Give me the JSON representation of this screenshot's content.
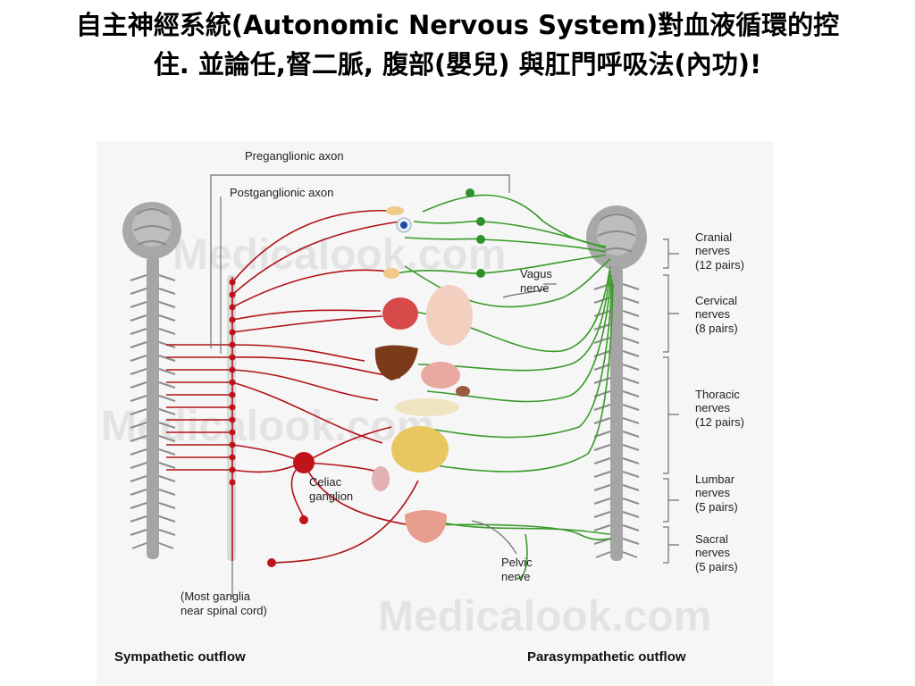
{
  "title": {
    "line1": "自主神經系統(Autonomic Nervous System)對血液循環的控",
    "line2": "住. 並論任,督二脈, 腹部(嬰兒) 與肛門呼吸法(內功)!"
  },
  "diagram": {
    "preganglionic_label": "Preganglionic axon",
    "postganglionic_label": "Postganglionic axon",
    "vagus_line1": "Vagus",
    "vagus_line2": "nerve",
    "celiac_line1": "Celiac",
    "celiac_line2": "ganglion",
    "pelvic_line1": "Pelvic",
    "pelvic_line2": "nerve",
    "ganglia_line1": "(Most ganglia",
    "ganglia_line2": "near spinal cord)",
    "sympathetic_title": "Sympathetic outflow",
    "parasympathetic_title": "Parasympathetic outflow",
    "watermark": "Medicalook.com",
    "nerve_groups": [
      {
        "name": "Cranial",
        "l2": "nerves",
        "l3": "(12 pairs)"
      },
      {
        "name": "Cervical",
        "l2": "nerves",
        "l3": "(8 pairs)"
      },
      {
        "name": "Thoracic",
        "l2": "nerves",
        "l3": "(12 pairs)"
      },
      {
        "name": "Lumbar",
        "l2": "nerves",
        "l3": "(5 pairs)"
      },
      {
        "name": "Sacral",
        "l2": "nerves",
        "l3": "(5 pairs)"
      }
    ],
    "colors": {
      "sympathetic": "#b01218",
      "parasympathetic": "#3a9a2a",
      "spine": "#9a9a9a"
    }
  }
}
